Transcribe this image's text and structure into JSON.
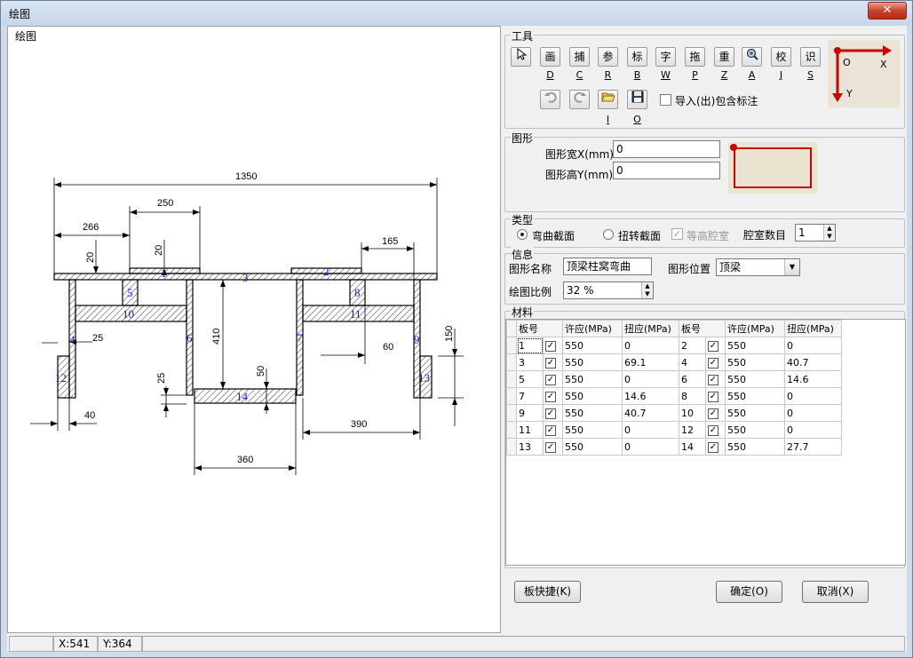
{
  "window": {
    "title": "绘图",
    "close": "✕"
  },
  "draw": {
    "label": "绘图",
    "dims": {
      "d1350": "1350",
      "d250": "250",
      "d266": "266",
      "d20a": "20",
      "d20b": "20",
      "d165": "165",
      "d25a": "25",
      "d410": "410",
      "d150": "150",
      "d60": "60",
      "d25b": "25",
      "d50": "50",
      "d40": "40",
      "d390": "390",
      "d360": "360"
    },
    "plates": [
      "1",
      "2",
      "3",
      "4",
      "5",
      "6",
      "7",
      "8",
      "9",
      "10",
      "11",
      "12",
      "13",
      "14"
    ]
  },
  "tools": {
    "group_label": "工具",
    "buttons": [
      {
        "label": "",
        "key": ""
      },
      {
        "label": "画",
        "key": "D"
      },
      {
        "label": "捕",
        "key": "C"
      },
      {
        "label": "参",
        "key": "R"
      },
      {
        "label": "标",
        "key": "B"
      },
      {
        "label": "字",
        "key": "W"
      },
      {
        "label": "拖",
        "key": "P"
      },
      {
        "label": "重",
        "key": "Z"
      },
      {
        "label": "",
        "key": "A"
      },
      {
        "label": "校",
        "key": "J"
      },
      {
        "label": "识",
        "key": "S"
      }
    ],
    "row2_keys": [
      "I",
      "O"
    ],
    "import_label": "导入(出)包含标注",
    "axis": {
      "o": "O",
      "x": "X",
      "y": "Y"
    }
  },
  "shape": {
    "group_label": "图形",
    "width_label": "图形宽X(mm)",
    "width_value": "0",
    "height_label": "图形高Y(mm)",
    "height_value": "0"
  },
  "type": {
    "group_label": "类型",
    "opt_bend": "弯曲截面",
    "opt_torsion": "扭转截面",
    "opt_equal": "等高腔室",
    "cavity_label": "腔室数目",
    "cavity_value": "1"
  },
  "info": {
    "group_label": "信息",
    "name_label": "图形名称",
    "name_value": "顶梁柱窝弯曲",
    "pos_label": "图形位置",
    "pos_value": "顶梁",
    "scale_label": "绘图比例",
    "scale_value": "32 %"
  },
  "material": {
    "group_label": "材料",
    "headers": [
      "板号",
      "许应(MPa)",
      "扭应(MPa)",
      "板号",
      "许应(MPa)",
      "扭应(MPa)"
    ],
    "rows": [
      {
        "a": "1",
        "ap": "550",
        "at": "0",
        "b": "2",
        "bp": "550",
        "bt": "0"
      },
      {
        "a": "3",
        "ap": "550",
        "at": "69.1",
        "b": "4",
        "bp": "550",
        "bt": "40.7"
      },
      {
        "a": "5",
        "ap": "550",
        "at": "0",
        "b": "6",
        "bp": "550",
        "bt": "14.6"
      },
      {
        "a": "7",
        "ap": "550",
        "at": "14.6",
        "b": "8",
        "bp": "550",
        "bt": "0"
      },
      {
        "a": "9",
        "ap": "550",
        "at": "40.7",
        "b": "10",
        "bp": "550",
        "bt": "0"
      },
      {
        "a": "11",
        "ap": "550",
        "at": "0",
        "b": "12",
        "bp": "550",
        "bt": "0"
      },
      {
        "a": "13",
        "ap": "550",
        "at": "0",
        "b": "14",
        "bp": "550",
        "bt": "27.7"
      }
    ]
  },
  "buttons": {
    "quick": "板快捷(K)",
    "ok": "确定(O)",
    "cancel": "取消(X)"
  },
  "status": {
    "x": "X:541",
    "y": "Y:364"
  }
}
